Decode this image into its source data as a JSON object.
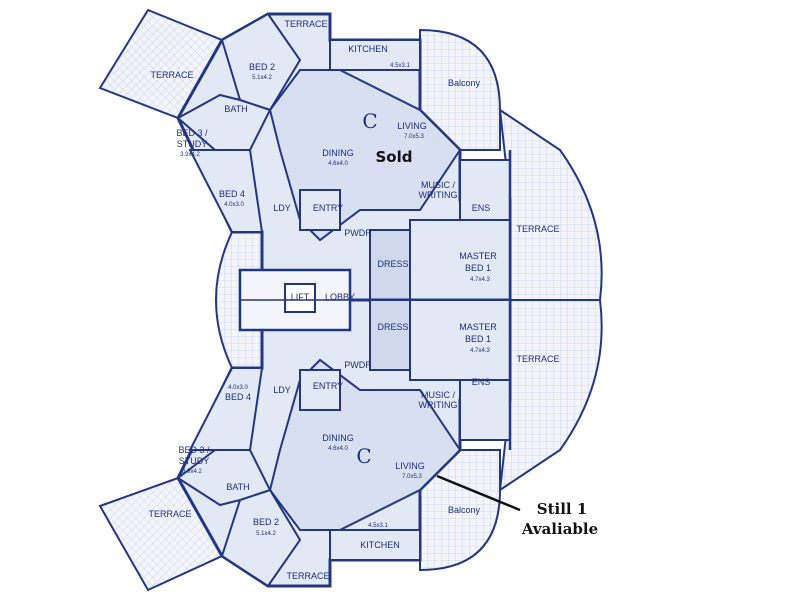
{
  "plan": {
    "labels": {
      "terrace": "TERRACE",
      "balcony": "Balcony",
      "kitchen": "KITCHEN",
      "bed2": "BED 2",
      "bath": "BATH",
      "bed3": "BED 3 /",
      "study": "STUDY",
      "bed4": "BED 4",
      "ldy": "LDY",
      "entry": "ENTRY",
      "pwdr": "PWDR",
      "dining": "DINING",
      "living": "LIVING",
      "music": "MUSIC /",
      "writing": "WRITING",
      "ens": "ENS",
      "dress": "DRESS",
      "master": "MASTER",
      "bed1": "BED 1",
      "lift": "LIFT",
      "lobby": "LOBBY"
    },
    "dims": {
      "kitchen": "4.5x3.1",
      "bed2": "5.1x4.2",
      "bed3": "3.9x4.2",
      "bed4": "4.0x3.0",
      "dining": "4.6x4.0",
      "living": "7.0x5.3",
      "bed1": "4.7x4.3",
      "living_lower": "7.0x5.3"
    },
    "unit_letter": "C",
    "status_sold": "Sold",
    "note_line1": "Still 1",
    "note_line2": "Avaliable"
  }
}
